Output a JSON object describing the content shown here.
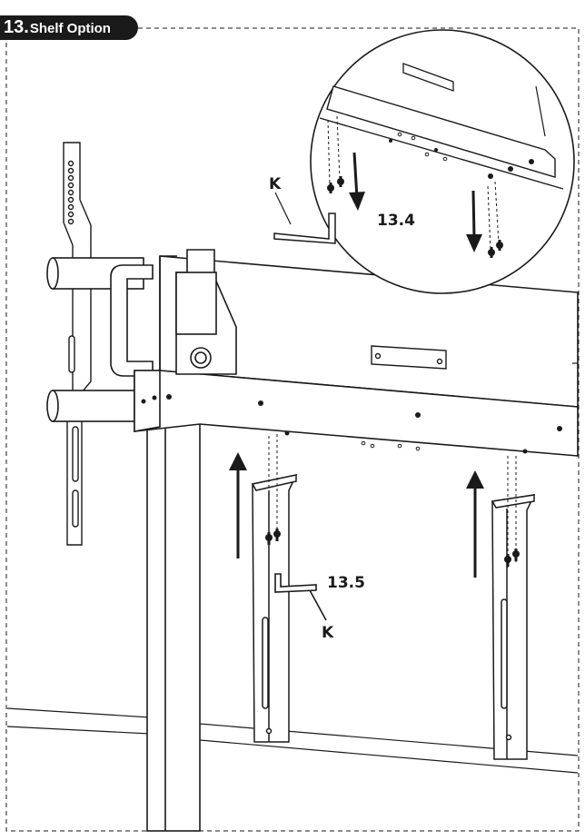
{
  "step": {
    "number": "13.",
    "title": "Shelf Option"
  },
  "callouts": {
    "tool_top": "K",
    "step_top": "13.4",
    "step_bottom": "13.5",
    "tool_bottom": "K"
  },
  "colors": {
    "line": "#1a1a1a",
    "badge": "#1a1a1a",
    "background": "#ffffff"
  },
  "icons": [
    "allen-key-icon",
    "screw-icon",
    "arrow-up-icon",
    "arrow-down-icon"
  ]
}
